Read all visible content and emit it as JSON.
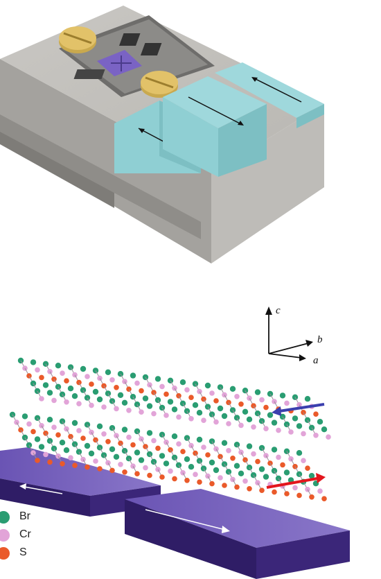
{
  "axes": {
    "c": "c",
    "b": "b",
    "a": "a"
  },
  "legend": [
    {
      "label": "Br",
      "color": "#2a9d72"
    },
    {
      "label": "Cr",
      "color": "#e2a4d8"
    },
    {
      "label": "S",
      "color": "#ea5a2a"
    }
  ],
  "colors": {
    "device_gray": "#a9a7a3",
    "piezo_cyan": "#8fcfd3",
    "substrate_purple": "#3b2679",
    "screw_gold": "#e2c269",
    "sample_violet": "#7a63c4",
    "spin_up_arrow": "#3b3fae",
    "spin_down_arrow": "#e3161d"
  }
}
